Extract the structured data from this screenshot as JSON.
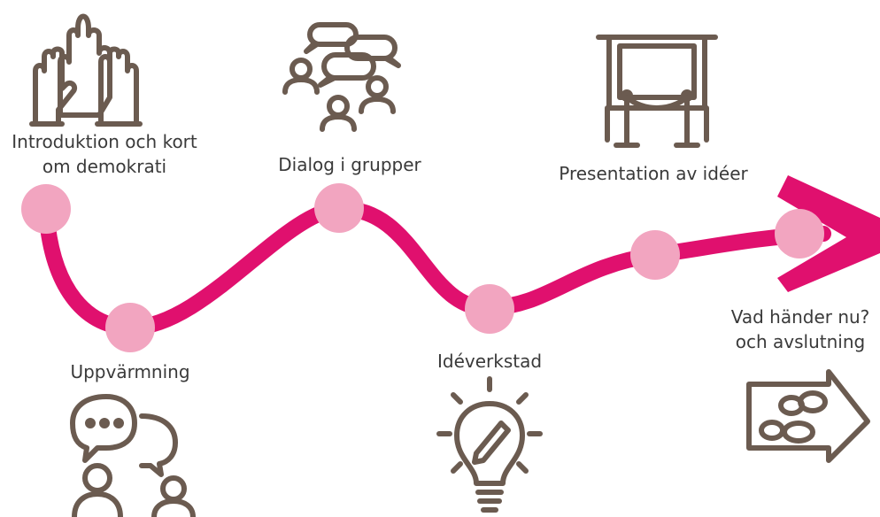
{
  "steps": [
    {
      "label_line1": "Introduktion och kort",
      "label_line2": "om demokrati",
      "icon": "raised-hands-icon"
    },
    {
      "label_line1": "Uppvärmning",
      "label_line2": "",
      "icon": "conversation-icon"
    },
    {
      "label_line1": "Dialog i grupper",
      "label_line2": "",
      "icon": "group-dialog-icon"
    },
    {
      "label_line1": "Idéverkstad",
      "label_line2": "",
      "icon": "lightbulb-pencil-icon"
    },
    {
      "label_line1": "Presentation av idéer",
      "label_line2": "",
      "icon": "stage-exhibit-icon"
    },
    {
      "label_line1": "Vad händer nu?",
      "label_line2": "och avslutning",
      "icon": "footsteps-sign-icon"
    }
  ],
  "colors": {
    "path": "#e0106e",
    "dot": "#f2a5c0",
    "icon": "#6b5b50",
    "text": "#3a3a3a"
  }
}
